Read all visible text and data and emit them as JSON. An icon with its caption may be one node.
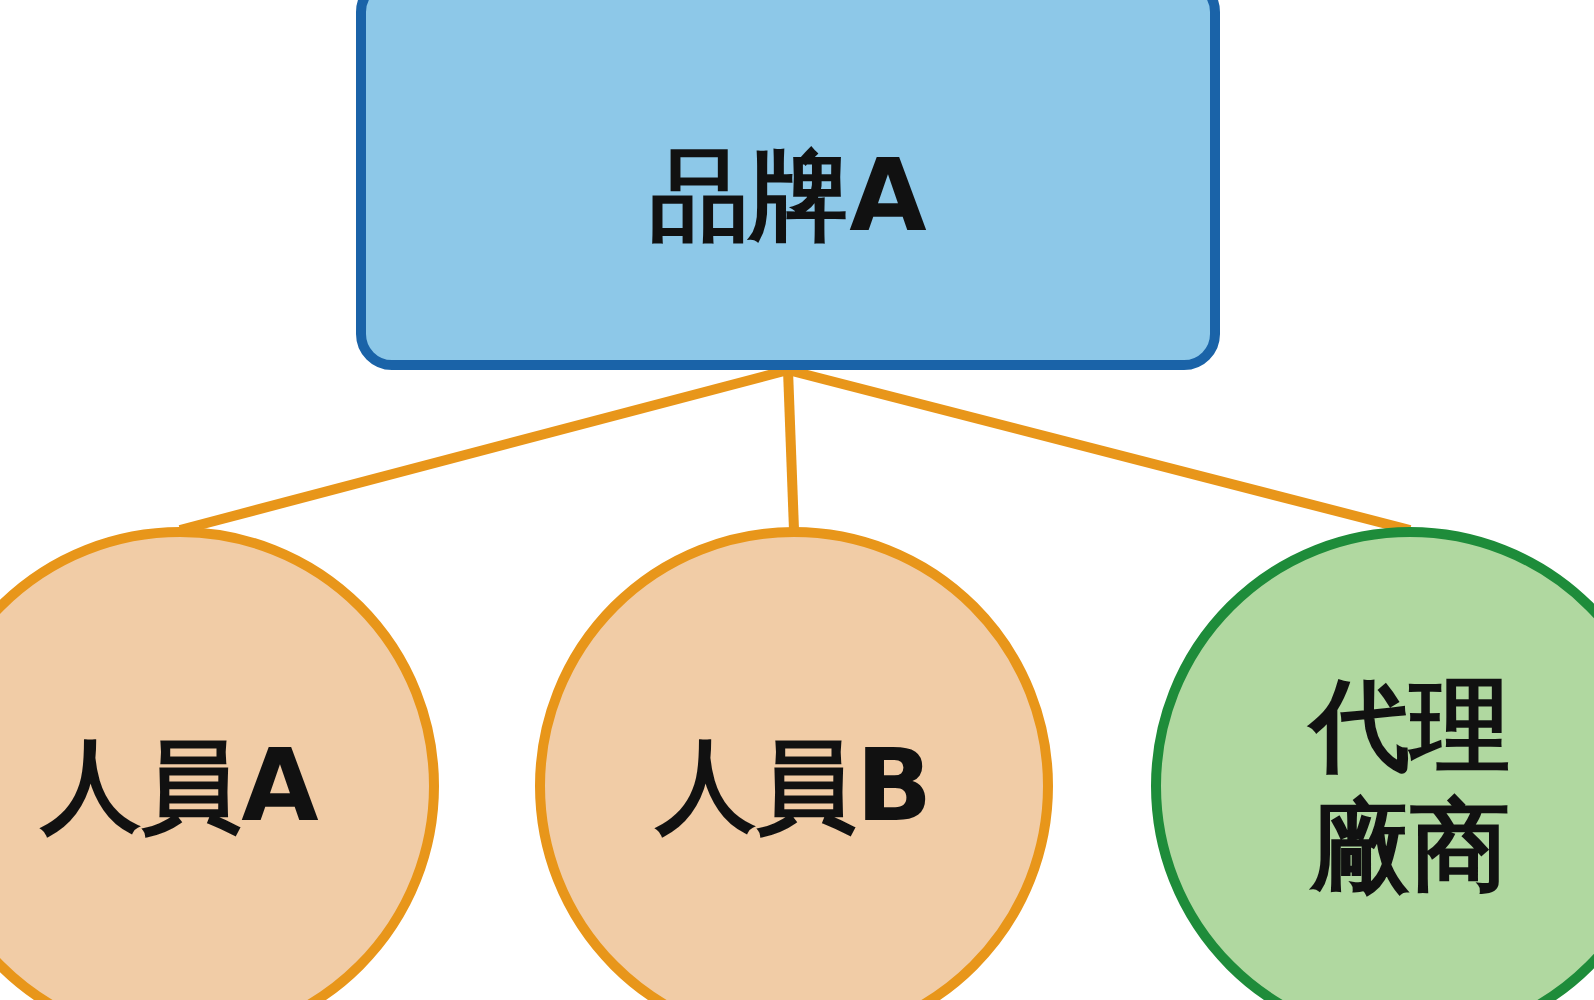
{
  "diagram": {
    "nodes": [
      {
        "text": [
          "品牌A"
        ]
      },
      {
        "text": [
          "人員A"
        ]
      },
      {
        "text": [
          "人員B"
        ]
      },
      {
        "text": [
          "代理廠商"
        ]
      }
    ],
    "edges": [
      {
        "from": 0,
        "to": 1,
        "arrow": "none"
      },
      {
        "from": 0,
        "to": 2,
        "arrow": "none"
      },
      {
        "from": 0,
        "to": 3,
        "arrow": "none"
      }
    ]
  }
}
